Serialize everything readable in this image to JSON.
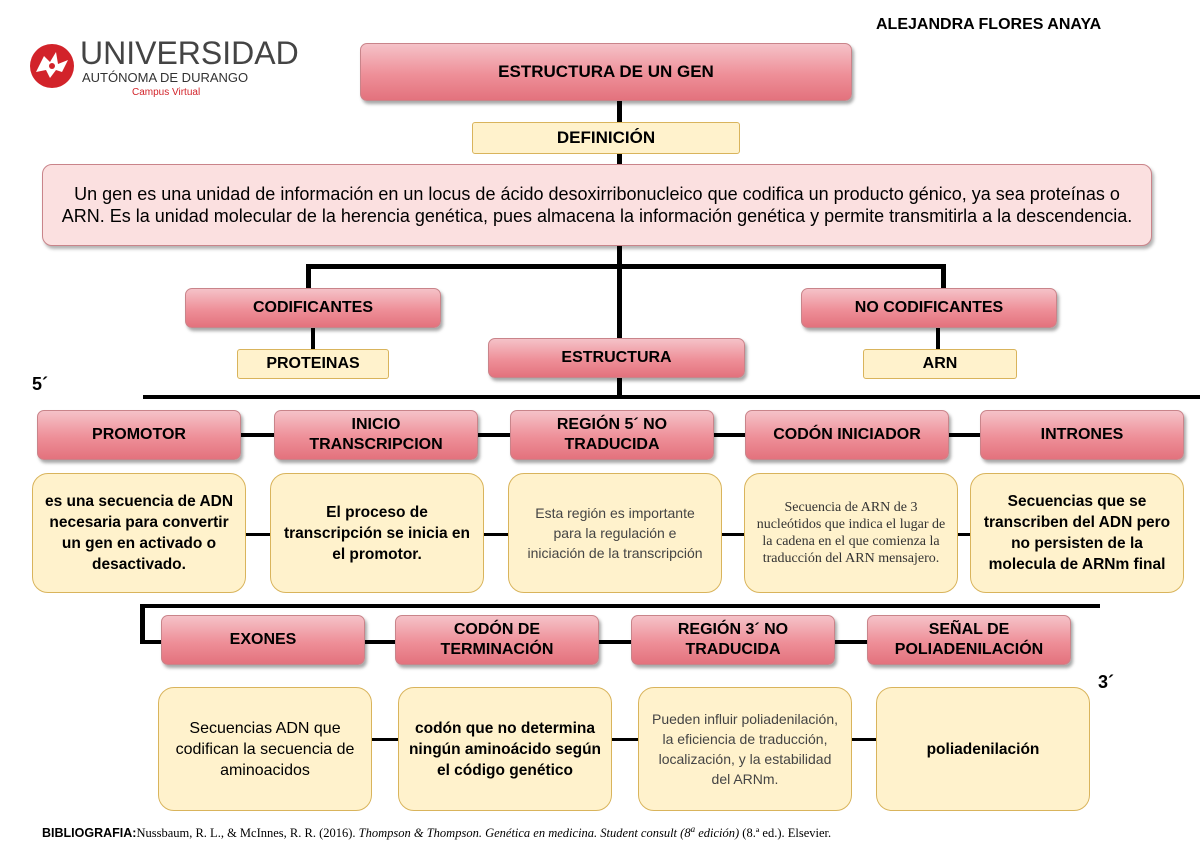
{
  "author": "ALEJANDRA FLORES ANAYA",
  "logo": {
    "line1": "UNIVERSIDAD",
    "line2": "AUTÓNOMA DE DURANGO",
    "line3": "Campus Virtual",
    "brand_color": "#d2232a"
  },
  "title": "ESTRUCTURA DE UN GEN",
  "definition_label": "DEFINICIÓN",
  "definition_text": "Un gen es una unidad de información en un locus de ácido desoxirribonucleico que codifica un producto génico, ya sea proteínas o ARN. Es la unidad molecular de la herencia genética,  pues almacena la información genética y permite transmitirla a la descendencia.",
  "codificantes": {
    "label": "CODIFICANTES",
    "sub": "PROTEINAS"
  },
  "no_codificantes": {
    "label": "NO CODIFICANTES",
    "sub": "ARN"
  },
  "estructura": "ESTRUCTURA",
  "end5": "5´",
  "end3": "3´",
  "row1": [
    {
      "label": "PROMOTOR",
      "desc": "es una secuencia de ADN necesaria para convertir un gen en activado o desactivado."
    },
    {
      "label": "INICIO TRANSCRIPCION",
      "desc": "El proceso de transcripción se inicia en el promotor."
    },
    {
      "label": "REGIÓN 5´ NO TRADUCIDA",
      "desc": "Esta región es importante para la regulación e iniciación de la transcripción"
    },
    {
      "label": "CODÓN INICIADOR",
      "desc": "Secuencia de ARN de 3 nucleótidos que indica el lugar de la cadena en el que comienza la traducción del ARN mensajero."
    },
    {
      "label": "INTRONES",
      "desc": "Secuencias que se transcriben del ADN pero no persisten de la molecula de ARNm final"
    }
  ],
  "row2": [
    {
      "label": "EXONES",
      "desc": "Secuencias ADN que codifican la secuencia de aminoacidos"
    },
    {
      "label": "CODÓN DE TERMINACIÓN",
      "desc": "codón que no determina ningún aminoácido según el código genético"
    },
    {
      "label": "REGIÓN 3´ NO TRADUCIDA",
      "desc": "Pueden influir poliadenilación, la eficiencia de traducción, localización, y la estabilidad del ARNm."
    },
    {
      "label": "SEÑAL DE POLIADENILACIÓN",
      "desc": "poliadenilación"
    }
  ],
  "bibliography": {
    "label": "BIBLIOGRAFIA:",
    "authors": "Nussbaum, R. L., & McInnes, R. R. (2016). ",
    "work": "Thompson & Thompson. Genética en medicina. Student consult (8",
    "sup": "a",
    "work_end": " edición)",
    "rest": " (8.ª ed.). Elsevier."
  }
}
